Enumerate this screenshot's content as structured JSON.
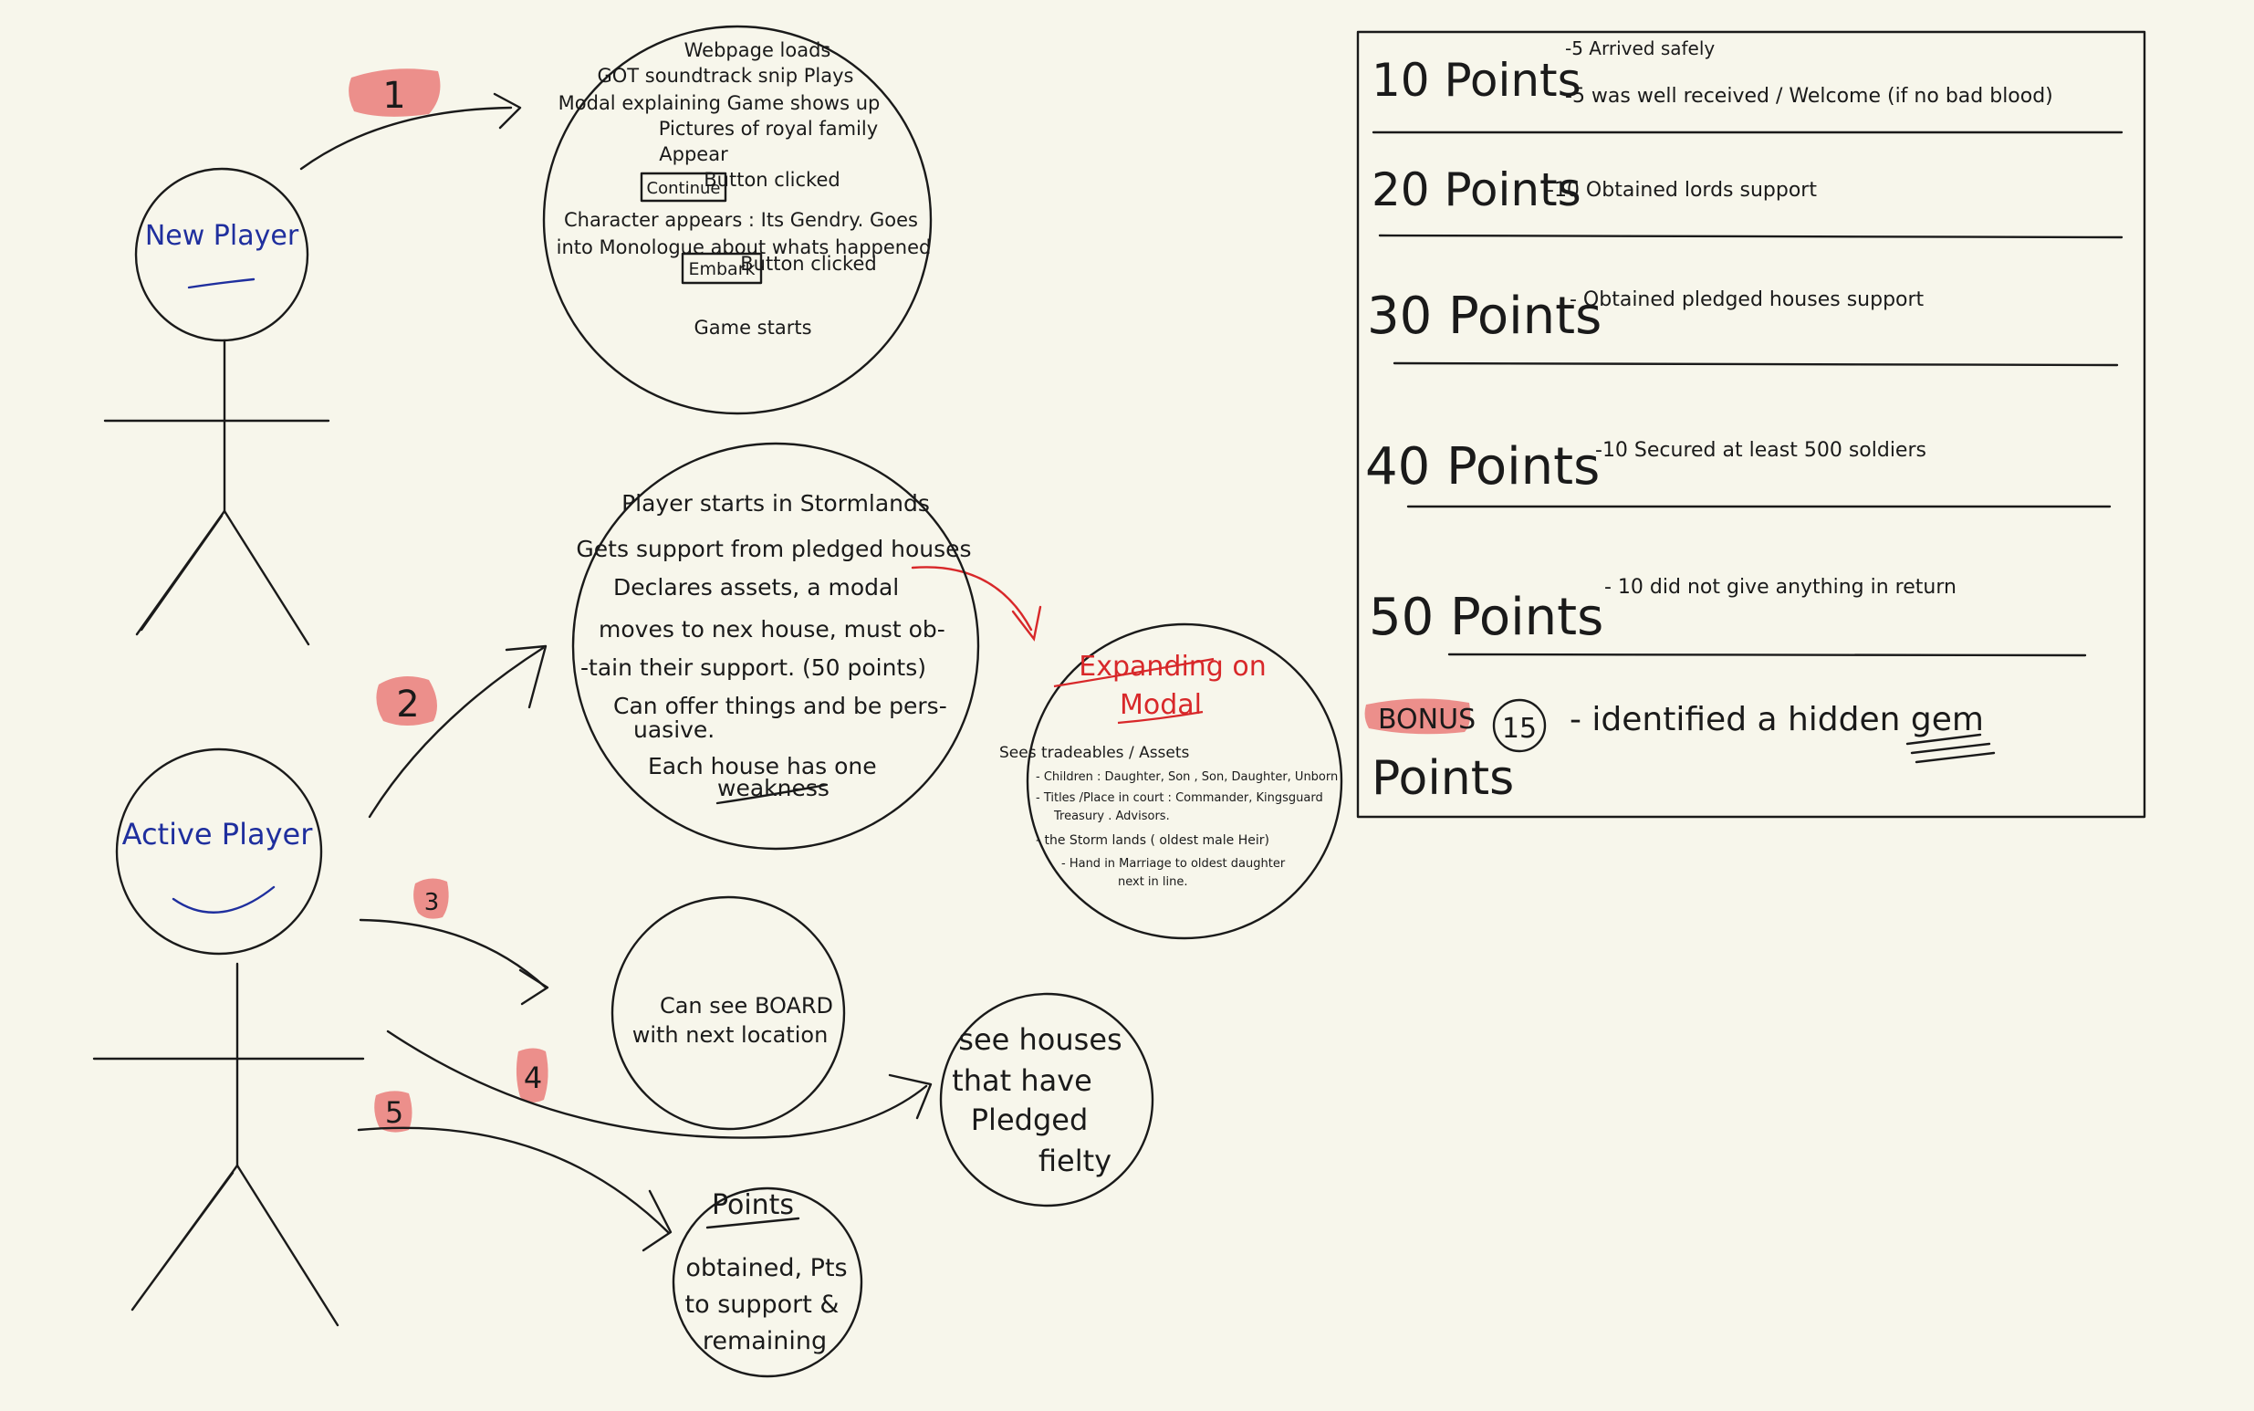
{
  "actors": {
    "new_player": "New Player",
    "active_player": "Active Player"
  },
  "steps": {
    "s1": "1",
    "s2": "2",
    "s3": "3",
    "s4": "4",
    "s5": "5"
  },
  "circle_onboarding": {
    "lines": [
      "Webpage loads",
      "GOT soundtrack snip Plays",
      "Modal explaining Game shows up",
      "Pictures of royal family",
      "Appear",
      "Button clicked",
      "Character appears : Its Gendry. Goes",
      "into Monologue about whats happened",
      "Button clicked",
      "Game starts"
    ],
    "continue_button": "Continue",
    "embark_button": "Embark"
  },
  "circle_stormlands": {
    "lines": [
      "Player starts in Stormlands",
      "Gets support from pledged houses",
      "Declares assets, a modal",
      "moves to nex house, must ob-",
      "-tain their support. (50 points)",
      "Can offer things and be pers-",
      "uasive.",
      "Each house has one",
      "weakness"
    ]
  },
  "circle_modal": {
    "title_line1": "Expanding on",
    "title_line2": "Modal",
    "lines": [
      "Sees tradeables / Assets",
      "- Children : Daughter, Son , Son, Daughter, Unborn",
      "- Titles /Place in court : Commander, Kingsguard",
      "Treasury . Advisors.",
      "- the Storm lands ( oldest male Heir)",
      "- Hand in Marriage to oldest daughter",
      "next in line."
    ]
  },
  "circle_board": {
    "line1": "Can see BOARD",
    "line2": "with next location"
  },
  "circle_pledged": {
    "lines": [
      "see houses",
      "that have",
      "Pledged",
      "fielty"
    ]
  },
  "circle_points": {
    "title": "Points",
    "lines": [
      "obtained, Pts",
      "to support &",
      "remaining"
    ]
  },
  "points_table": {
    "rows": [
      {
        "label": "10 Points",
        "notes": [
          "-5 Arrived safely",
          "-5 was well received / Welcome (if no bad blood)"
        ]
      },
      {
        "label": "20 Points",
        "notes": [
          "-10 Obtained lords support"
        ]
      },
      {
        "label": "30 Points",
        "notes": [
          "- Obtained pledged houses support"
        ]
      },
      {
        "label": "40 Points",
        "notes": [
          "-10 Secured at least 500 soldiers"
        ]
      },
      {
        "label": "50 Points",
        "notes": [
          "- 10 did not give anything in return"
        ]
      }
    ],
    "bonus_word": "BONUS",
    "bonus_points_word": "Points",
    "bonus_value": "15",
    "bonus_note": "- identified a hidden gem"
  },
  "colors": {
    "background": "#f7f6eb",
    "ink": "#1a1a1a",
    "blue_ink": "#1f2f9e",
    "red_ink": "#d8282a",
    "highlight": "#ea7d7a"
  }
}
